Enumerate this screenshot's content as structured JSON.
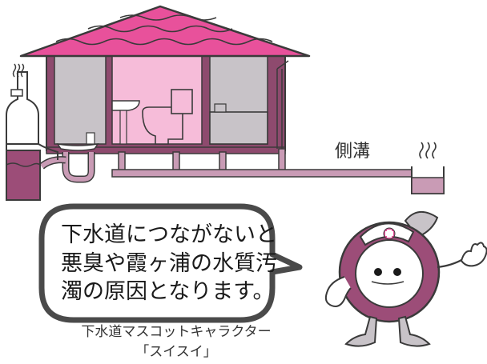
{
  "diagram": {
    "ditch_label": "側溝",
    "bubble_lines": [
      "下水道につながないと",
      "悪臭や霞ヶ浦の水質汚",
      "濁の原因となります。"
    ],
    "mascot_caption_line1": "下水道マスコットキャラクター",
    "mascot_caption_line2": "「スイスイ」"
  },
  "colors": {
    "roof_pink": "#e8519b",
    "wall_pink": "#f6bcd9",
    "structure_mauve": "#8e4a6e",
    "pipe_fill": "#c99bb5",
    "sewage_fill": "#9c4d78",
    "room_grey": "#c8c3c8",
    "outline": "#3a3a3a"
  },
  "icons": {
    "smell_wavy_lines": "smell-icon",
    "nurse_cap_cross": "red-cross-icon"
  }
}
